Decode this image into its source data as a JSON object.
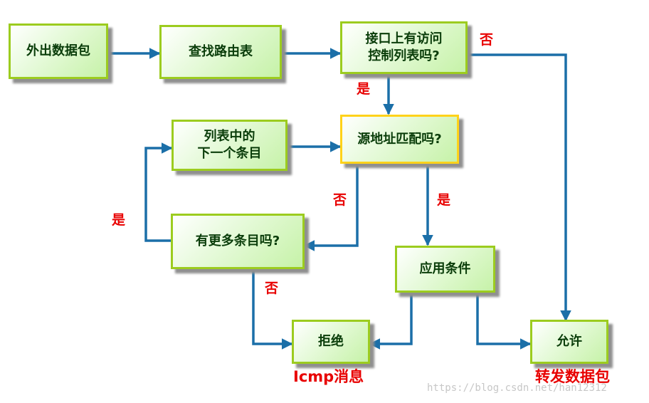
{
  "nodes": {
    "outgoing_packet": "外出数据包",
    "lookup_route": "查找路由表",
    "acl_check_line1": "接口上有访问",
    "acl_check_line2": "控制列表吗?",
    "src_match": "源地址匹配吗?",
    "next_entry_line1": "列表中的",
    "next_entry_line2": "下一个条目",
    "more_entries": "有更多条目吗?",
    "apply_condition": "应用条件",
    "deny": "拒绝",
    "permit": "允许"
  },
  "labels": {
    "acl_no": "否",
    "acl_yes": "是",
    "src_no": "否",
    "src_yes": "是",
    "more_yes": "是",
    "more_no": "否",
    "icmp_message": "Icmp消息",
    "forward_packet": "转发数据包"
  },
  "watermark": "https://blog.csdn.net/han12312",
  "colors": {
    "box_border": "#9ccc1f",
    "highlight_border": "#ffd21a",
    "text": "#0a3d0a",
    "label": "#e80000",
    "arrow": "#1b6fa8"
  }
}
